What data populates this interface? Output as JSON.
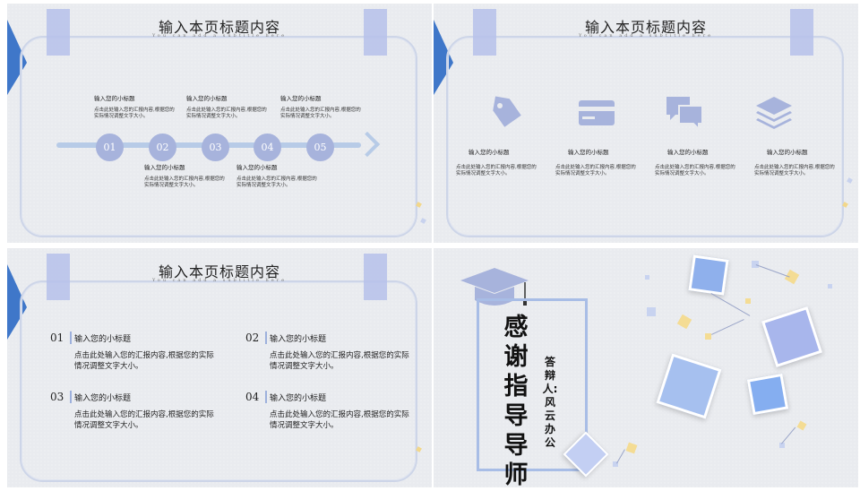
{
  "slide_title": "输入本页标题内容",
  "slide_subtitle": "You can add a subtitle here",
  "slide1": {
    "numbers": [
      "01",
      "02",
      "03",
      "04",
      "05"
    ],
    "items": [
      {
        "head": "输入您的小标题",
        "body": "点击此处输入您的汇报内容,根据您的实际情况调整文字大小。"
      },
      {
        "head": "输入您的小标题",
        "body": "点击此处输入您的汇报内容,根据您的实际情况调整文字大小。"
      },
      {
        "head": "输入您的小标题",
        "body": "点击此处输入您的汇报内容,根据您的实际情况调整文字大小。"
      },
      {
        "head": "输入您的小标题",
        "body": "点击此处输入您的汇报内容,根据您的实际情况调整文字大小。"
      },
      {
        "head": "输入您的小标题",
        "body": "点击此处输入您的汇报内容,根据您的实际情况调整文字大小。"
      }
    ]
  },
  "slide2": {
    "icons": [
      "tag-icon",
      "credit-card-icon",
      "chat-icon",
      "layers-icon"
    ],
    "items": [
      {
        "head": "输入您的小标题",
        "body": "点击此处输入您的汇报内容,根据您的实际情况调整文字大小。"
      },
      {
        "head": "输入您的小标题",
        "body": "点击此处输入您的汇报内容,根据您的实际情况调整文字大小。"
      },
      {
        "head": "输入您的小标题",
        "body": "点击此处输入您的汇报内容,根据您的实际情况调整文字大小。"
      },
      {
        "head": "输入您的小标题",
        "body": "点击此处输入您的汇报内容,根据您的实际情况调整文字大小。"
      }
    ]
  },
  "slide3": {
    "items": [
      {
        "num": "01",
        "head": "输入您的小标题",
        "body": "点击此处输入您的汇报内容,根据您的实际情况调整文字大小。"
      },
      {
        "num": "02",
        "head": "输入您的小标题",
        "body": "点击此处输入您的汇报内容,根据您的实际情况调整文字大小。"
      },
      {
        "num": "03",
        "head": "输入您的小标题",
        "body": "点击此处输入您的汇报内容,根据您的实际情况调整文字大小。"
      },
      {
        "num": "04",
        "head": "输入您的小标题",
        "body": "点击此处输入您的汇报内容,根据您的实际情况调整文字大小。"
      }
    ]
  },
  "slide4": {
    "thanks": "感谢指导导师",
    "presenter": "答辩人:风云办公",
    "icon": "graduation-cap-icon"
  },
  "colors": {
    "accent": "#a7b3dc",
    "blue": "#3f77c9",
    "frame": "#cdd5e8",
    "bg": "#e9ebef"
  }
}
